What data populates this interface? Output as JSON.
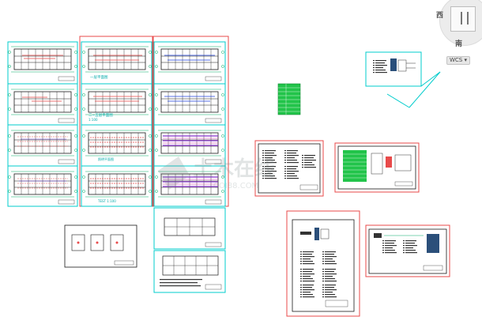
{
  "viewcube": {
    "west_label": "西",
    "south_label": "南",
    "wcs_label": "WCS ▾"
  },
  "sheets": {
    "floor_plan_title": "一层平面图",
    "other_floor_title": "二~五层平面图",
    "floor_scale_label": "1:100",
    "lighting_plan_title": "照明平面图",
    "power_plan_title": "TEST  1:100"
  },
  "watermark": {
    "text": "土木在线",
    "subtext": "COI88.COM"
  },
  "colors": {
    "sheet_border": "#00cccc",
    "highlight_frame": "#e84a4a",
    "legend_panel": "#22c44a"
  }
}
